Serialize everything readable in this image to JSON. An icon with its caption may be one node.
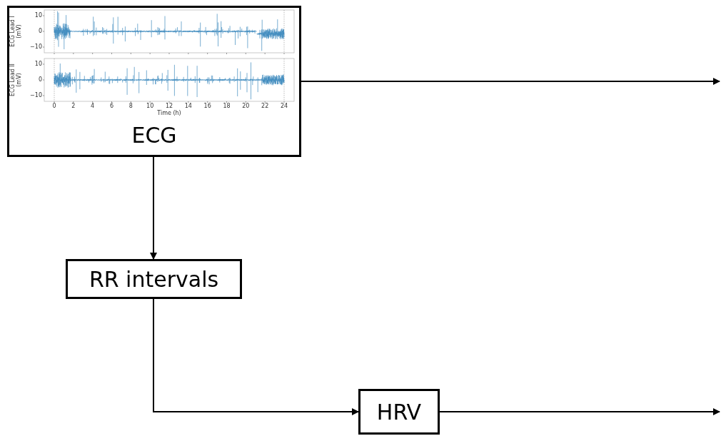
{
  "diagram": {
    "nodes": [
      {
        "text": [
          "ECG"
        ]
      },
      {
        "text": [
          "RR intervals"
        ]
      },
      {
        "text": [
          "HRV"
        ]
      }
    ],
    "edges": [
      {
        "from": 0,
        "to": null,
        "arrow": "to"
      },
      {
        "from": 0,
        "to": 1,
        "arrow": "to"
      },
      {
        "from": 1,
        "to": 2,
        "arrow": "to"
      },
      {
        "from": 2,
        "to": null,
        "arrow": "to"
      }
    ],
    "labels": [
      "ECG Lead I (mV)",
      "10",
      "0",
      "−10",
      "ECG Lead II (mV)",
      "10",
      "0",
      "−10",
      "0",
      "2",
      "4",
      "6",
      "8",
      "10",
      "12",
      "14",
      "16",
      "18",
      "20",
      "22",
      "24",
      "Time (h)"
    ]
  }
}
